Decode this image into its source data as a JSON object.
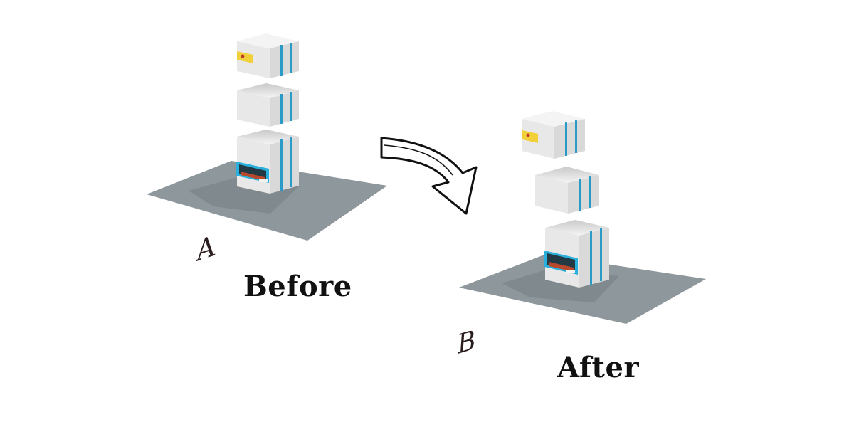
{
  "captions": {
    "before": "Before",
    "after": "After"
  },
  "mat_labels": {
    "a": "A",
    "b": "B"
  },
  "colors": {
    "background": "#ffffff",
    "mat": "#8e979c",
    "mat_shadow": "#767e82",
    "block_front": "#e8e8e8",
    "block_side": "#d6d6d6",
    "block_top": "#f4f4f4",
    "stripe": "#2a9bc6",
    "label_yellow": "#f2d03a",
    "window_frame": "#2ab0dc",
    "window_inner": "#b8492c",
    "text": "#111111"
  },
  "icons": {
    "transition": "curved-arrow-right-down-icon"
  }
}
